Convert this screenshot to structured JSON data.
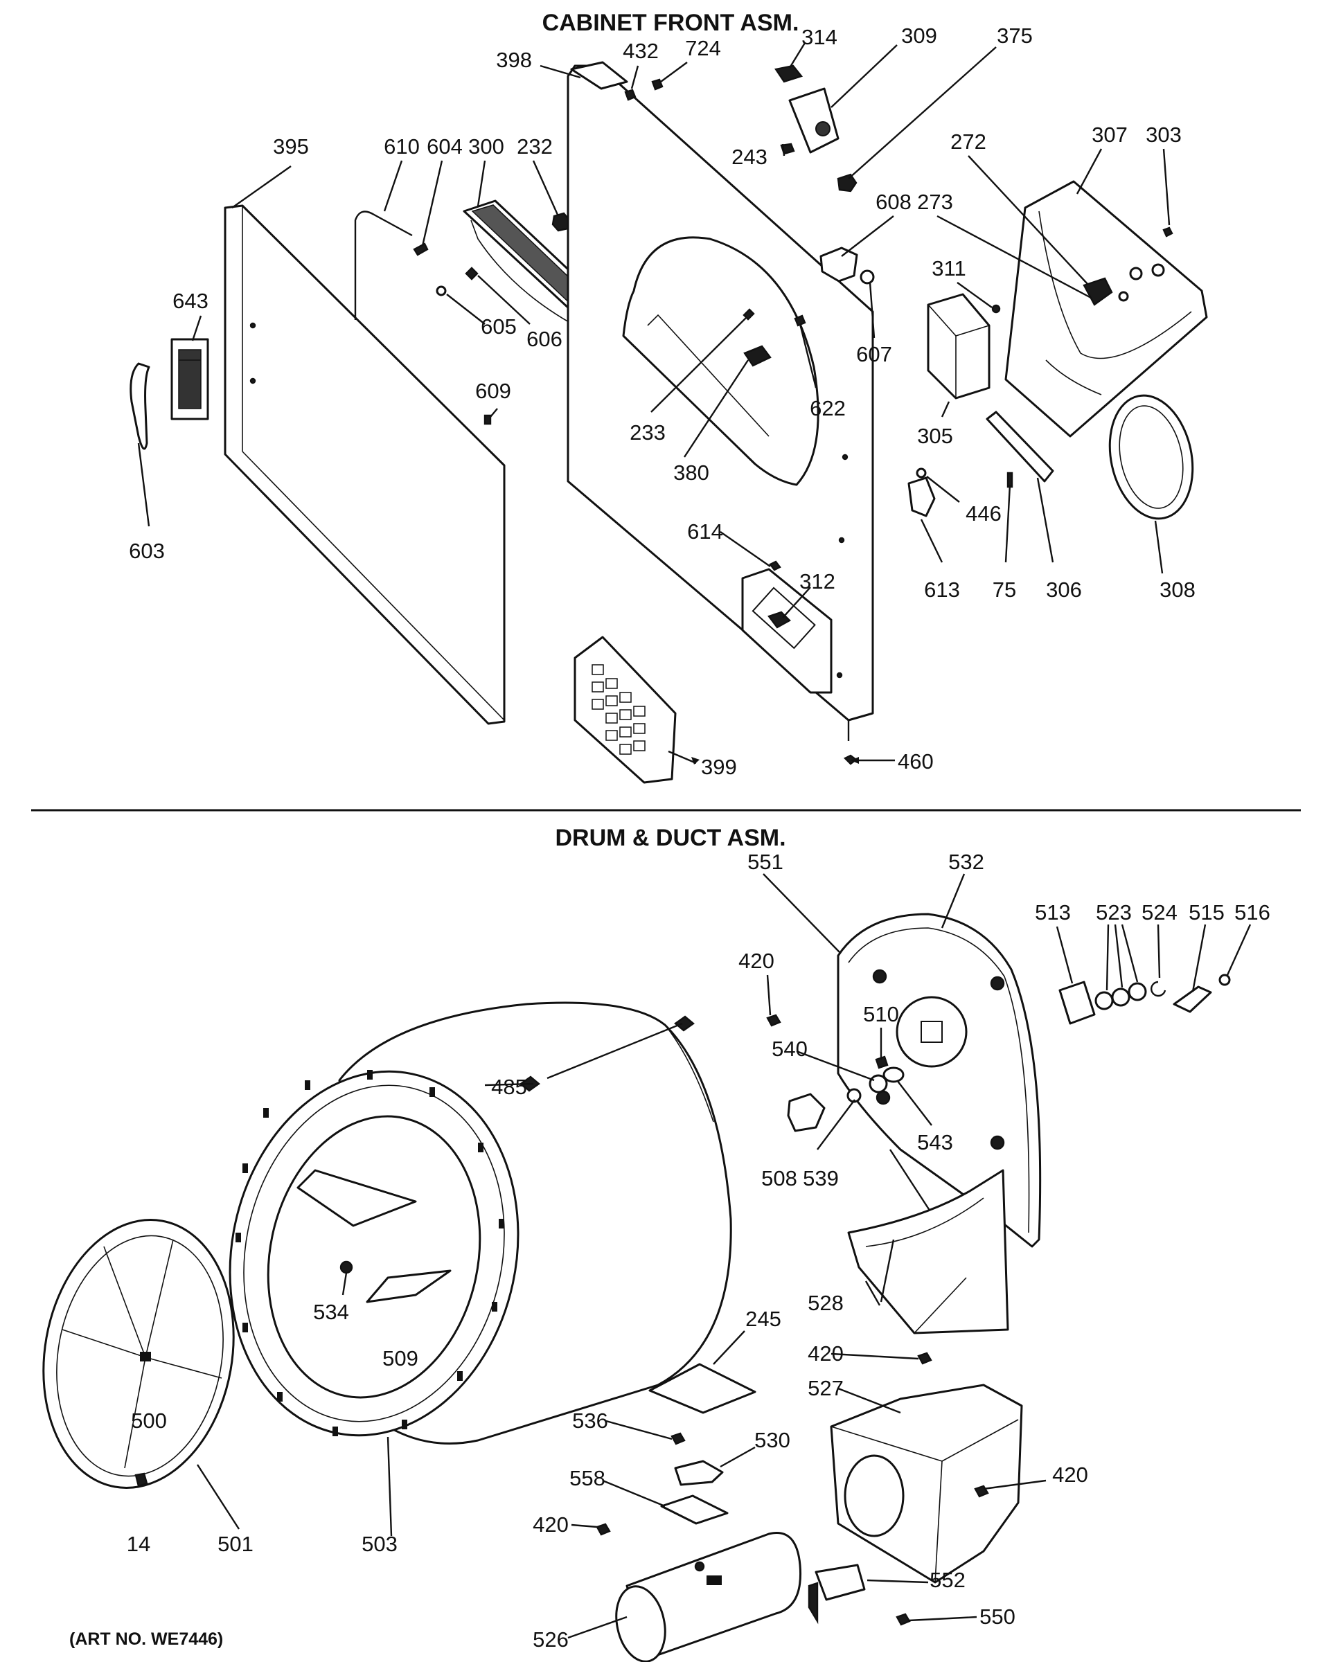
{
  "sections": [
    {
      "title": "CABINET FRONT ASM."
    },
    {
      "title": "DRUM & DUCT ASM."
    }
  ],
  "art_number": "(ART NO. WE7446)",
  "callouts": {
    "cabinet_front": [
      "398",
      "432",
      "724",
      "314",
      "309",
      "375",
      "395",
      "610",
      "604",
      "300",
      "232",
      "243",
      "307",
      "303",
      "272",
      "273",
      "608",
      "311",
      "643",
      "605",
      "606",
      "607",
      "609",
      "622",
      "233",
      "305",
      "380",
      "446",
      "603",
      "614",
      "613",
      "75",
      "306",
      "308",
      "312",
      "399",
      "460"
    ],
    "drum_duct": [
      "551",
      "532",
      "513",
      "523",
      "524",
      "515",
      "516",
      "420",
      "510",
      "485",
      "540",
      "543",
      "508",
      "539",
      "528",
      "534",
      "509",
      "245",
      "420",
      "527",
      "500",
      "536",
      "530",
      "558",
      "420",
      "420",
      "14",
      "501",
      "503",
      "552",
      "526",
      "550"
    ]
  }
}
